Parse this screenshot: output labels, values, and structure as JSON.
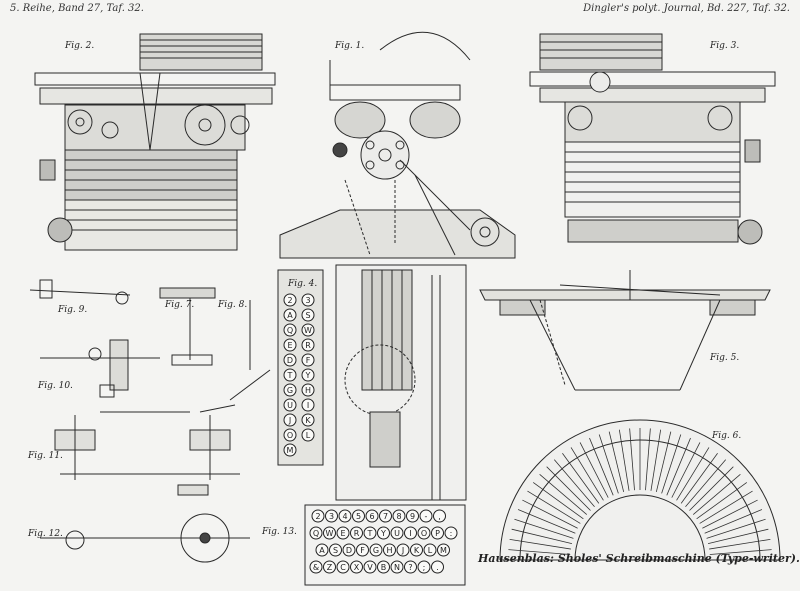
{
  "header": {
    "left": "5. Reihe, Band 27, Taf. 32.",
    "right": "Dingler's polyt. Journal, Bd. 227, Taf. 32."
  },
  "figures": {
    "fig1": "Fig. 1.",
    "fig2": "Fig. 2.",
    "fig3": "Fig. 3.",
    "fig4": "Fig. 4.",
    "fig5": "Fig. 5.",
    "fig6": "Fig. 6.",
    "fig7": "Fig. 7.",
    "fig8": "Fig. 8.",
    "fig9": "Fig. 9.",
    "fig10": "Fig. 10.",
    "fig11": "Fig. 11.",
    "fig12": "Fig. 12.",
    "fig13": "Fig. 13."
  },
  "keyboard_rows": [
    [
      "2",
      "3",
      "4",
      "5",
      "6",
      "7",
      "8",
      "9",
      "-",
      ","
    ],
    [
      "Q",
      "W",
      "E",
      "R",
      "T",
      "Y",
      "U",
      "I",
      "O",
      "P",
      ":"
    ],
    [
      "A",
      "S",
      "D",
      "F",
      "G",
      "H",
      "J",
      "K",
      "L",
      "M"
    ],
    [
      "&",
      "Z",
      "C",
      "X",
      "V",
      "B",
      "N",
      "?",
      ";",
      "."
    ]
  ],
  "fig4_keys": [
    "2",
    "3",
    "A",
    "S",
    "Q",
    "W",
    "E",
    "R",
    "D",
    "F",
    "T",
    "Y",
    "G",
    "H",
    "U",
    "I",
    "J",
    "K",
    "O",
    "L",
    "M"
  ],
  "caption": "Hausenblas: Sholes' Schreibmaschine (Type-writer)."
}
